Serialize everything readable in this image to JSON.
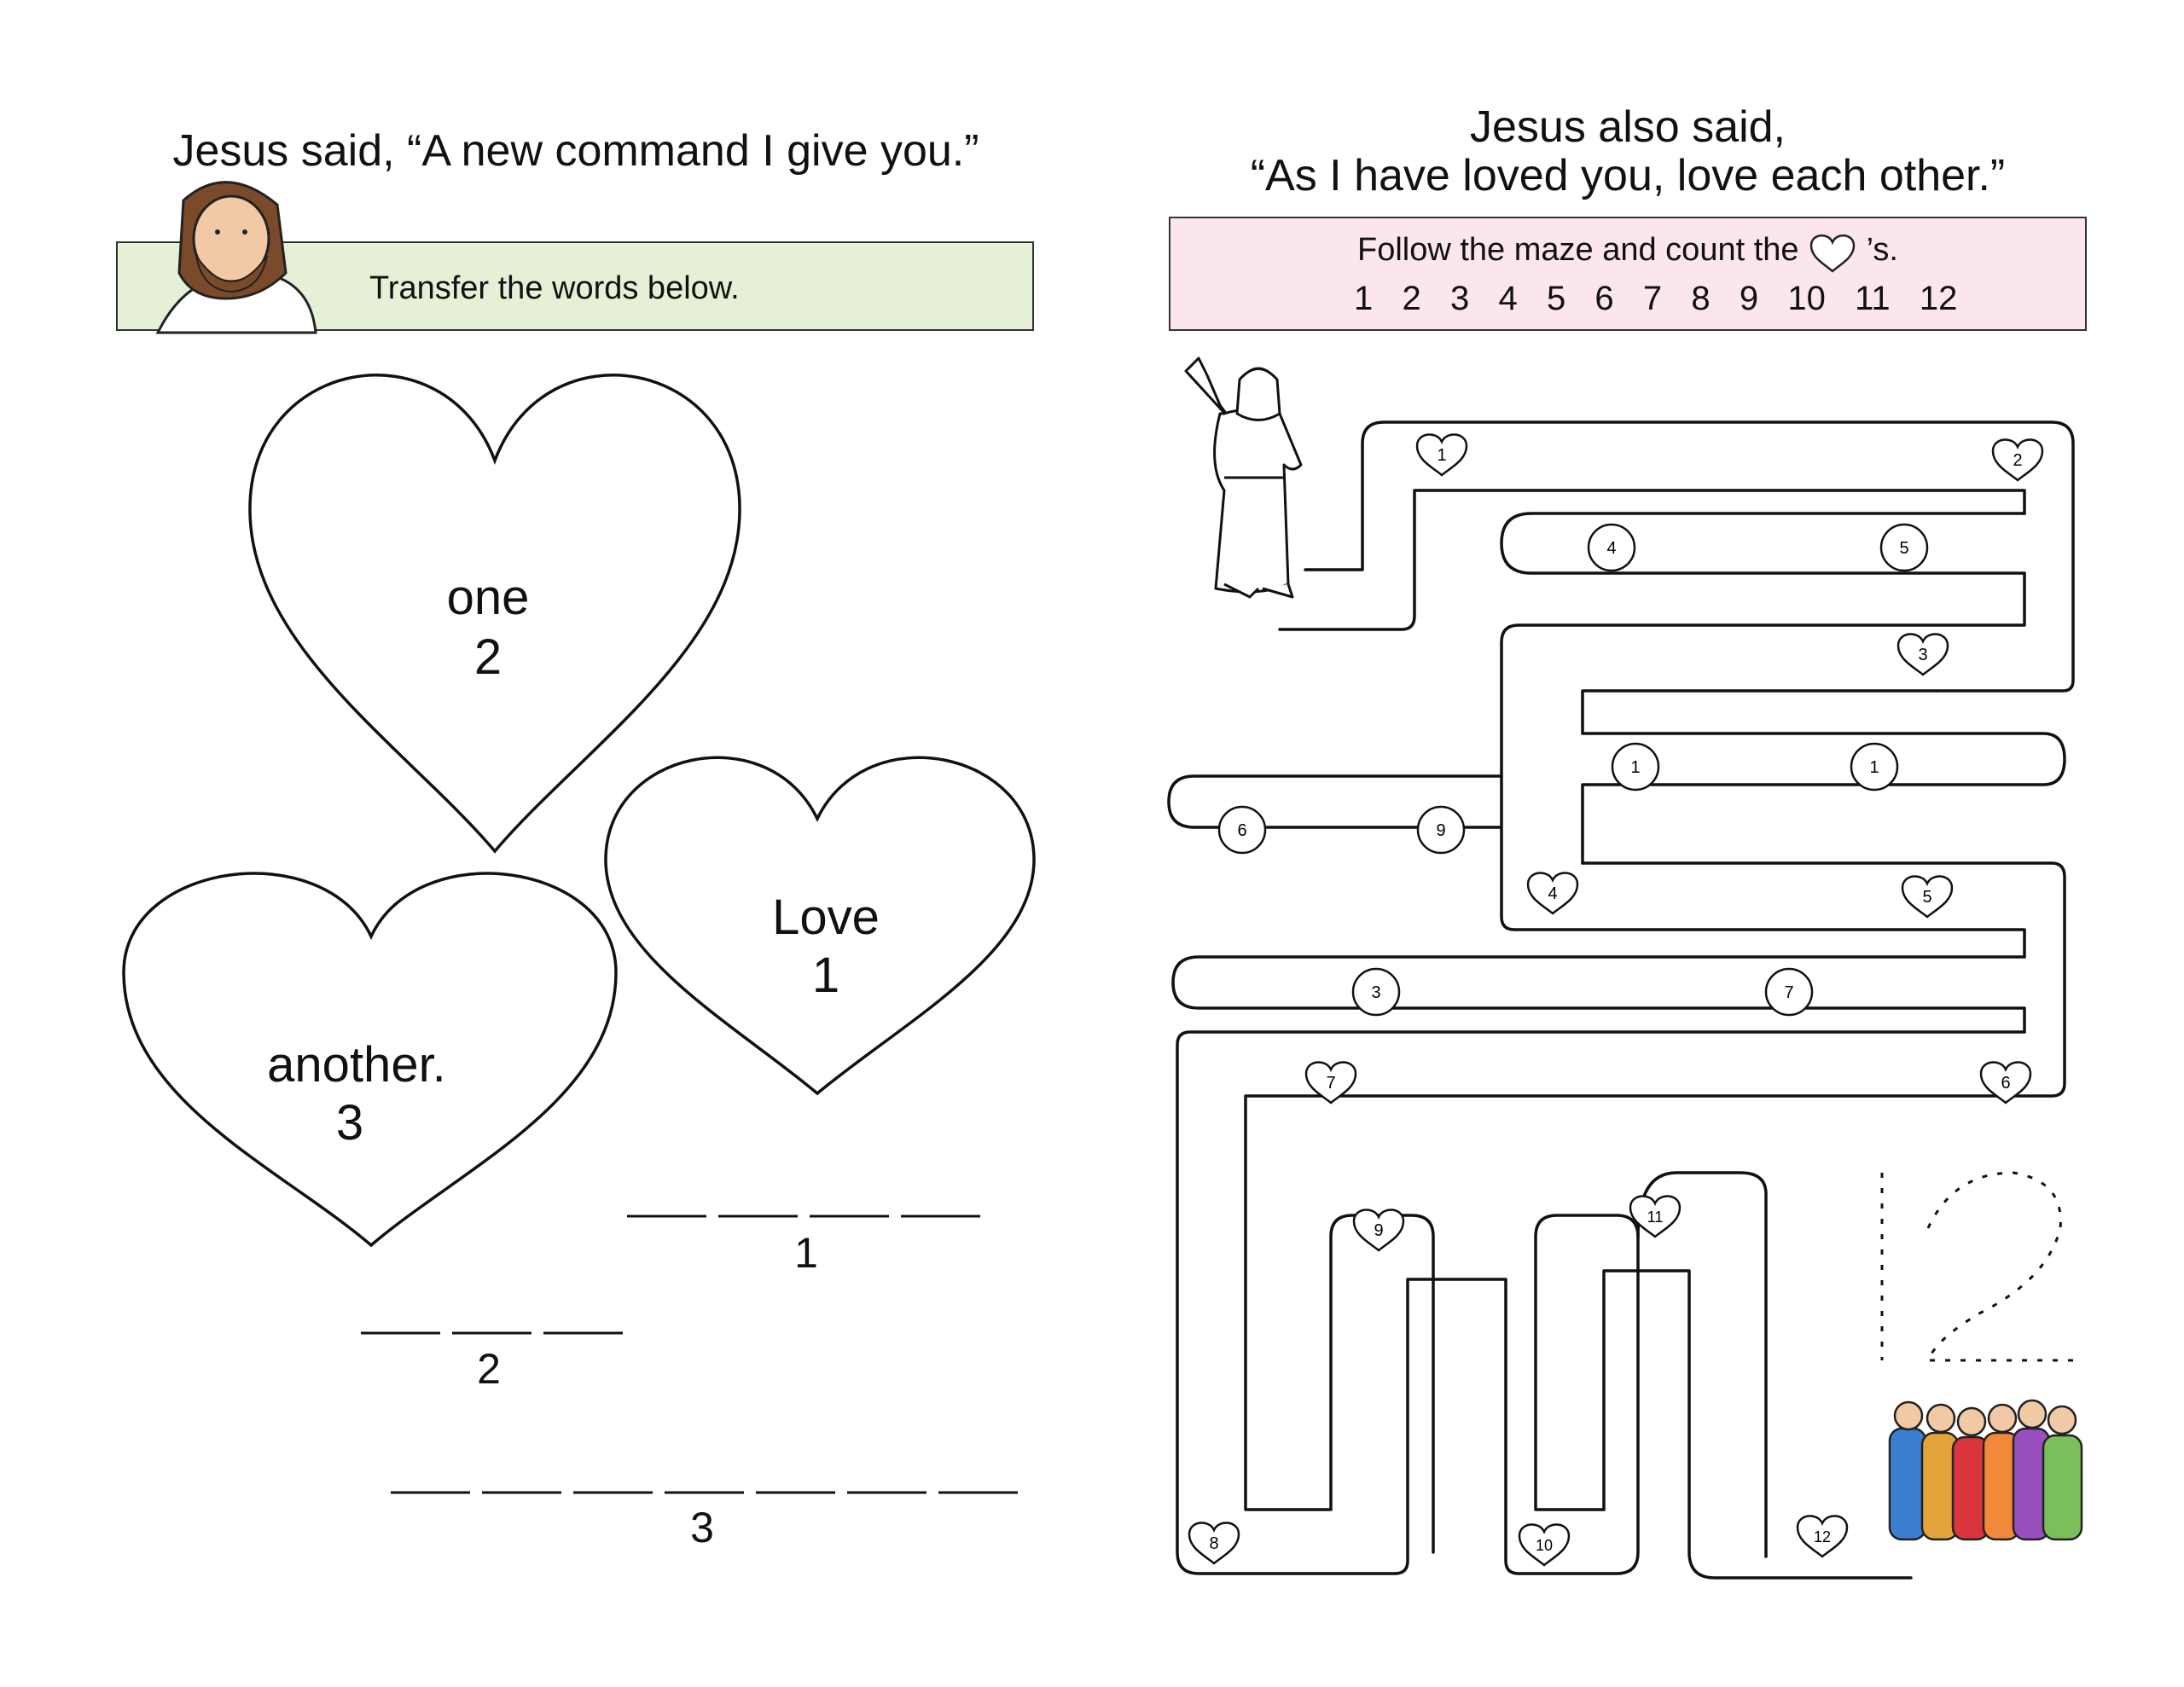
{
  "left": {
    "title": "Jesus said, “A new command I give you.”",
    "instruction": "Transfer the words below.",
    "hearts": [
      {
        "word": "one",
        "number": "2"
      },
      {
        "word": "Love",
        "number": "1"
      },
      {
        "word": "another.",
        "number": "3"
      }
    ],
    "blanks": [
      {
        "number": "1",
        "count": 4
      },
      {
        "number": "2",
        "count": 3
      },
      {
        "number": "3",
        "count": 7
      }
    ]
  },
  "right": {
    "title_line1": "Jesus also said,",
    "title_line2": "“As I have loved you, love each other.”",
    "instruction_before": "Follow the maze and count the",
    "instruction_after": "’s.",
    "numbers": [
      "1",
      "2",
      "3",
      "4",
      "5",
      "6",
      "7",
      "8",
      "9",
      "10",
      "11",
      "12"
    ],
    "maze_hearts": [
      "1",
      "2",
      "3",
      "4",
      "5",
      "6",
      "7",
      "8",
      "9",
      "10",
      "11",
      "12"
    ],
    "maze_circles": [
      "4",
      "5",
      "1",
      "1",
      "6",
      "9",
      "3",
      "7"
    ],
    "answer_trace": "12"
  },
  "colors": {
    "left_box": "#e6f0d6",
    "right_box": "#fbe6ec"
  }
}
